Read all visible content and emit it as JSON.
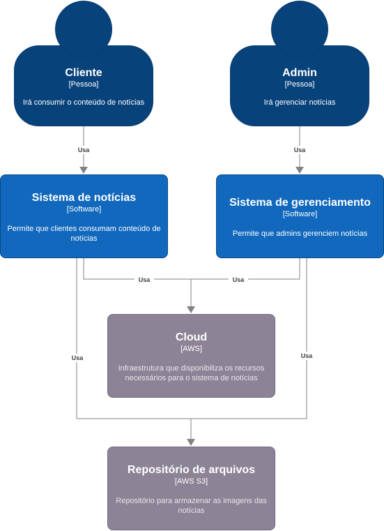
{
  "persons": [
    {
      "name": "Cliente",
      "kind": "[Pessoa]",
      "description": "Irá consumir o conteúdo de notícias"
    },
    {
      "name": "Admin",
      "kind": "[Pessoa]",
      "description": "Irá gerenciar notícias"
    }
  ],
  "systems": [
    {
      "name": "Sistema de notícias",
      "kind": "[Software]",
      "description_lines": [
        "Permite que clientes consumam conteúdo de",
        "notícias"
      ]
    },
    {
      "name": "Sistema de gerenciamento",
      "kind": "[Software]",
      "description_lines": [
        "Permite que admins gerenciem notícias"
      ]
    }
  ],
  "external": [
    {
      "name": "Cloud",
      "kind": "[AWS]",
      "description_lines": [
        "Infraestrutura que disponibiliza os recursos",
        "necessários para o sistema de notícias"
      ]
    },
    {
      "name": "Repositório de arquivos",
      "kind": "[AWS S3]",
      "description_lines": [
        "Repositório para armazenar as imagens das",
        "notícias"
      ]
    }
  ],
  "edges": [
    {
      "label": "Usa"
    },
    {
      "label": "Usa"
    },
    {
      "label": "Usa"
    },
    {
      "label": "Usa"
    },
    {
      "label": "Usa"
    },
    {
      "label": "Usa"
    }
  ],
  "colors": {
    "person": "#08427b",
    "system": "#1168bd",
    "external": "#8c8496",
    "connector": "#828282"
  }
}
